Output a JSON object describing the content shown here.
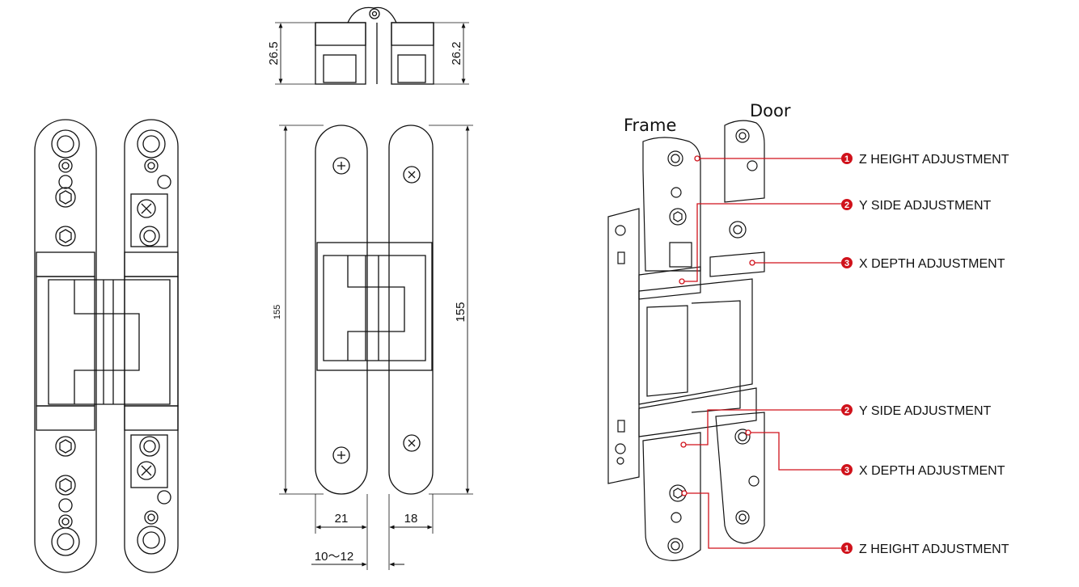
{
  "dimensions": {
    "top_left": "26.5",
    "top_right": "26.2",
    "height_left": "155",
    "height_right": "155",
    "width_frame": "21",
    "width_door": "18",
    "gap": "10～12"
  },
  "labels": {
    "frame": "Frame",
    "door": "Door"
  },
  "adjustments": [
    {
      "num": "1",
      "text": "Z HEIGHT ADJUSTMENT"
    },
    {
      "num": "2",
      "text": "Y SIDE ADJUSTMENT"
    },
    {
      "num": "3",
      "text": "X DEPTH ADJUSTMENT"
    },
    {
      "num": "2",
      "text": "Y SIDE ADJUSTMENT"
    },
    {
      "num": "3",
      "text": "X DEPTH ADJUSTMENT"
    },
    {
      "num": "1",
      "text": "Z HEIGHT ADJUSTMENT"
    }
  ],
  "colors": {
    "accent": "#d0121b",
    "line": "#111111"
  }
}
